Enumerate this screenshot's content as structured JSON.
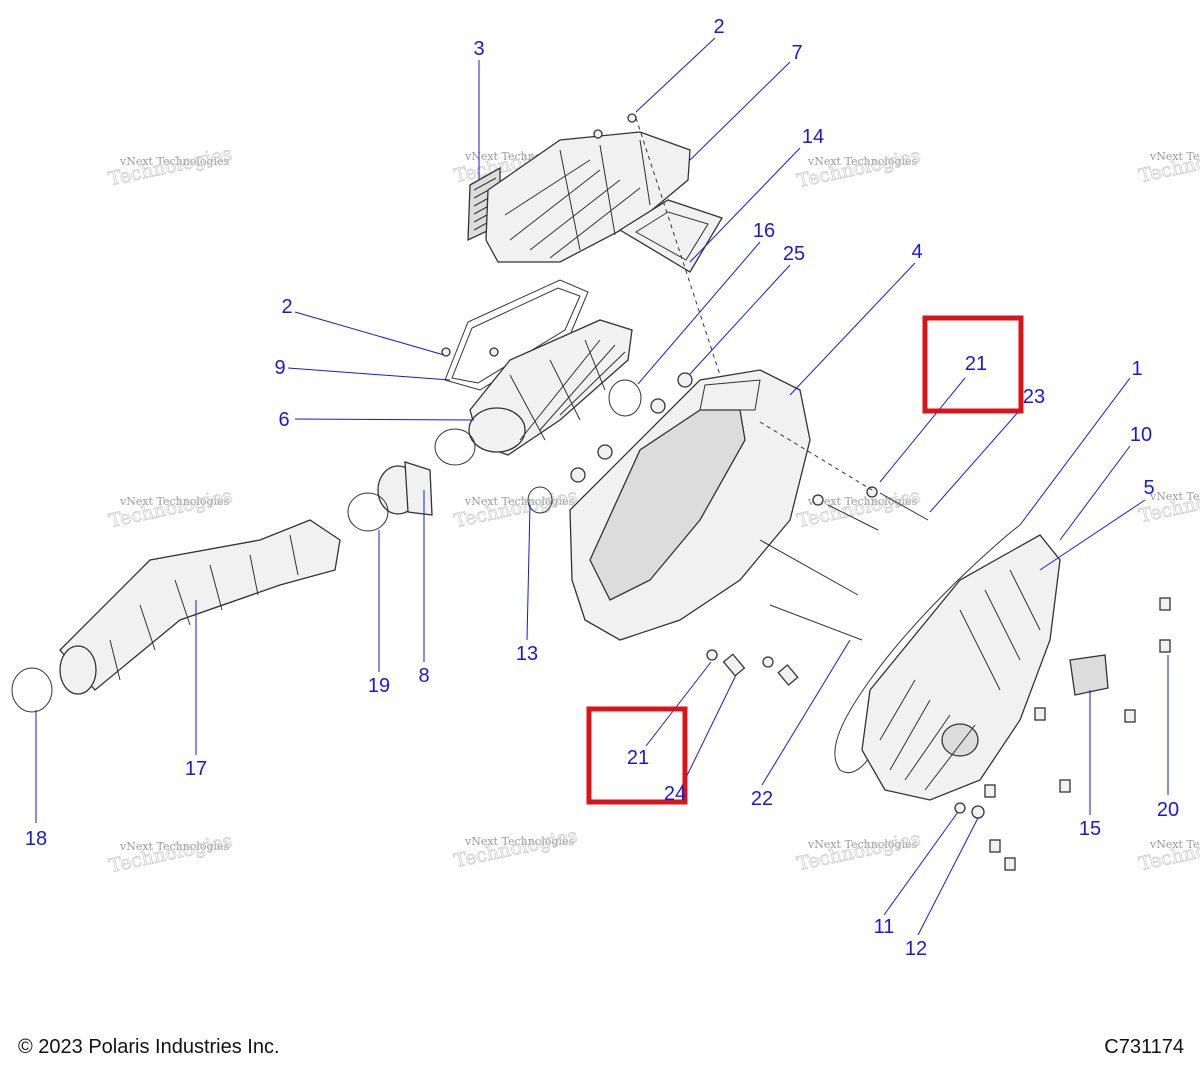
{
  "callouts": [
    {
      "id": "c2a",
      "label": "2"
    },
    {
      "id": "c3",
      "label": "3"
    },
    {
      "id": "c7",
      "label": "7"
    },
    {
      "id": "c14",
      "label": "14"
    },
    {
      "id": "c16",
      "label": "16"
    },
    {
      "id": "c25",
      "label": "25"
    },
    {
      "id": "c4",
      "label": "4"
    },
    {
      "id": "c2b",
      "label": "2"
    },
    {
      "id": "c9",
      "label": "9"
    },
    {
      "id": "c6",
      "label": "6"
    },
    {
      "id": "c21a",
      "label": "21"
    },
    {
      "id": "c23",
      "label": "23"
    },
    {
      "id": "c1",
      "label": "1"
    },
    {
      "id": "c10",
      "label": "10"
    },
    {
      "id": "c5",
      "label": "5"
    },
    {
      "id": "c13",
      "label": "13"
    },
    {
      "id": "c19",
      "label": "19"
    },
    {
      "id": "c8",
      "label": "8"
    },
    {
      "id": "c17",
      "label": "17"
    },
    {
      "id": "c18",
      "label": "18"
    },
    {
      "id": "c21b",
      "label": "21"
    },
    {
      "id": "c24",
      "label": "24"
    },
    {
      "id": "c22",
      "label": "22"
    },
    {
      "id": "c15",
      "label": "15"
    },
    {
      "id": "c20",
      "label": "20"
    },
    {
      "id": "c11",
      "label": "11"
    },
    {
      "id": "c12",
      "label": "12"
    }
  ],
  "watermark": {
    "line1": "vNext Technologies",
    "line2": "Technologies"
  },
  "footer": {
    "copyright": "© 2023 Polaris Industries Inc.",
    "figure_id": "C731174"
  },
  "colors": {
    "callout": "#1a1acc",
    "highlight": "#d8141b",
    "line_art": "#333333"
  }
}
